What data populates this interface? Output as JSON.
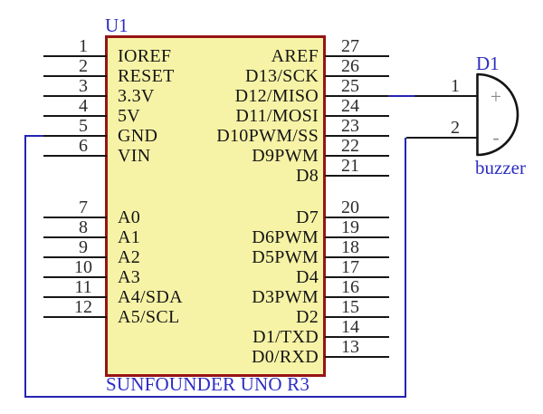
{
  "schematic": {
    "chip": {
      "designator": "U1",
      "part_name": "SUNFOUNDER UNO R3",
      "left_pins": [
        {
          "number": "1",
          "label": "IOREF"
        },
        {
          "number": "2",
          "label": "RESET"
        },
        {
          "number": "3",
          "label": "3.3V"
        },
        {
          "number": "4",
          "label": "5V"
        },
        {
          "number": "5",
          "label": "GND"
        },
        {
          "number": "6",
          "label": "VIN"
        },
        {
          "number": "7",
          "label": "A0"
        },
        {
          "number": "8",
          "label": "A1"
        },
        {
          "number": "9",
          "label": "A2"
        },
        {
          "number": "10",
          "label": "A3"
        },
        {
          "number": "11",
          "label": "A4/SDA"
        },
        {
          "number": "12",
          "label": "A5/SCL"
        }
      ],
      "right_pins": [
        {
          "number": "27",
          "label": "AREF"
        },
        {
          "number": "26",
          "label": "D13/SCK"
        },
        {
          "number": "25",
          "label": "D12/MISO"
        },
        {
          "number": "24",
          "label": "D11/MOSI"
        },
        {
          "number": "23",
          "label": "D10PWM/SS"
        },
        {
          "number": "22",
          "label": "D9PWM"
        },
        {
          "number": "21",
          "label": "D8"
        },
        {
          "number": "20",
          "label": "D7"
        },
        {
          "number": "19",
          "label": "D6PWM"
        },
        {
          "number": "18",
          "label": "D5PWM"
        },
        {
          "number": "17",
          "label": "D4"
        },
        {
          "number": "16",
          "label": "D3PWM"
        },
        {
          "number": "15",
          "label": "D2"
        },
        {
          "number": "14",
          "label": "D1/TXD"
        },
        {
          "number": "13",
          "label": "D0/RXD"
        }
      ]
    },
    "buzzer": {
      "designator": "D1",
      "label": "buzzer",
      "pin1_number": "1",
      "pin2_number": "2",
      "plus_sign": "+",
      "minus_sign": "-"
    },
    "colors": {
      "chip_fill": "#f7f3a6",
      "chip_border": "#971414",
      "wire_blue": "#2424b2",
      "label_blue": "#2d2dc4",
      "pin_line_black": "#161616"
    }
  }
}
